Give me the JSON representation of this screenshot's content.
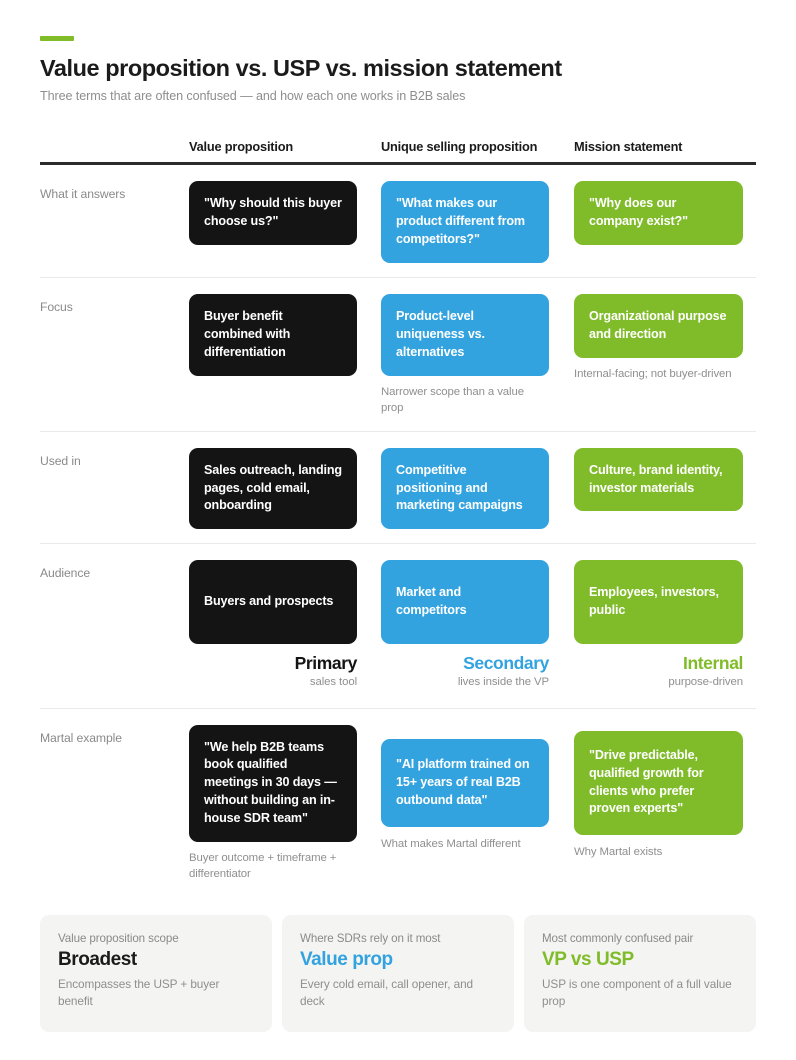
{
  "header": {
    "title": "Value proposition vs. USP vs. mission statement",
    "subtitle": "Three terms that are often confused — and how each one works in B2B sales"
  },
  "columns": [
    {
      "label": "Value proposition",
      "color": "#141414"
    },
    {
      "label": "Unique selling proposition",
      "color": "#33a3e0"
    },
    {
      "label": "Mission statement",
      "color": "#80bc2a"
    }
  ],
  "rows": [
    {
      "label": "What it answers",
      "cells": [
        {
          "text": "\"Why should this buyer choose us?\"",
          "note": ""
        },
        {
          "text": "\"What makes our product different from competitors?\"",
          "note": ""
        },
        {
          "text": "\"Why does our company exist?\"",
          "note": ""
        }
      ]
    },
    {
      "label": "Focus",
      "cells": [
        {
          "text": "Buyer benefit combined with differentiation",
          "note": ""
        },
        {
          "text": "Product-level uniqueness vs. alternatives",
          "note": "Narrower scope than a value prop"
        },
        {
          "text": "Organizational purpose and direction",
          "note": "Internal-facing; not buyer-driven"
        }
      ]
    },
    {
      "label": "Used in",
      "cells": [
        {
          "text": "Sales outreach, landing pages, cold email, onboarding",
          "note": ""
        },
        {
          "text": "Competitive positioning and marketing campaigns",
          "note": ""
        },
        {
          "text": "Culture, brand identity, investor materials",
          "note": ""
        }
      ]
    },
    {
      "label": "Audience",
      "cells": [
        {
          "text": "Buyers and prospects",
          "note": ""
        },
        {
          "text": "Market and competitors",
          "note": ""
        },
        {
          "text": "Employees, investors, public",
          "note": ""
        }
      ],
      "emphasis": [
        {
          "word": "Primary",
          "sub": "sales tool"
        },
        {
          "word": "Secondary",
          "sub": "lives inside the VP"
        },
        {
          "word": "Internal",
          "sub": "purpose-driven"
        }
      ]
    },
    {
      "label": "Martal example",
      "cells": [
        {
          "text": "\"We help B2B teams book qualified meetings in 30 days — without building an in-house SDR team\"",
          "note": "Buyer outcome + timeframe + differentiator"
        },
        {
          "text": "\"AI platform trained on 15+ years of real B2B outbound data\"",
          "note": "What makes Martal different"
        },
        {
          "text": "\"Drive predictable, qualified growth for clients who prefer proven experts\"",
          "note": "Why Martal exists"
        }
      ]
    }
  ],
  "summary": [
    {
      "kicker": "Value proposition scope",
      "value": "Broadest",
      "note": "Encompasses the USP + buyer benefit"
    },
    {
      "kicker": "Where SDRs rely on it most",
      "value": "Value prop",
      "note": "Every cold email, call opener, and deck"
    },
    {
      "kicker": "Most commonly confused pair",
      "value": "VP vs USP",
      "note": "USP is one component of a full value prop"
    }
  ],
  "theme": {
    "accent_green": "#80bc2a",
    "accent_blue": "#33a3e0",
    "dark": "#141414",
    "card_bg": "#f4f4f2"
  }
}
